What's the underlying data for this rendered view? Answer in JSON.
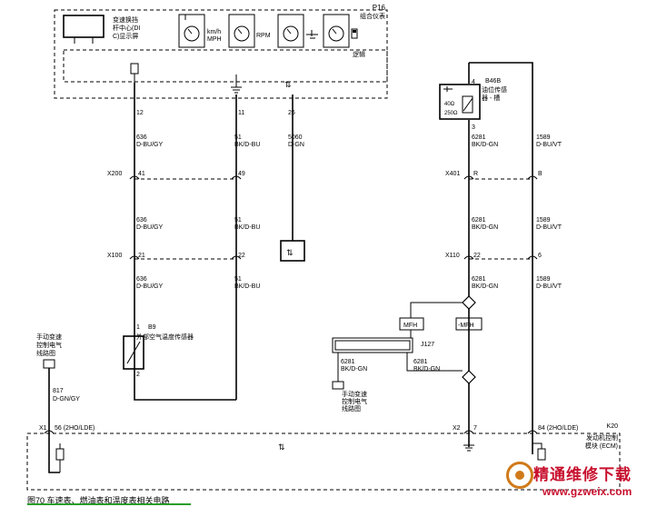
{
  "figure": {
    "caption": "图70  车速表、燃油表和温度表相关电路",
    "watermark_cn": "精通维修下载",
    "watermark_url": "www.gzweix.com"
  },
  "p16": {
    "id": "P16",
    "name": "组合仪表",
    "display_label_1": "变速换挡",
    "display_label_2": "杆中心(DI",
    "display_label_3": "C)显示屏",
    "speed_unit_1": "km/h",
    "speed_unit_2": "MPH",
    "rpm": "RPM",
    "logic": "逻辑"
  },
  "wires": {
    "w1_pin": "12",
    "w1_circuit": "636",
    "w1_color": "D-BU/GY",
    "w2_pin": "11",
    "w2_circuit": "51",
    "w2_color": "BK/D-BU",
    "w3_pin": "26",
    "w3_circuit": "5060",
    "w3_color": "D-GN",
    "w4_circuit": "6281",
    "w4_color": "BK/D-GN",
    "w5_circuit": "1589",
    "w5_color": "D-BU/VT"
  },
  "x200": {
    "id": "X200",
    "pin1": "41",
    "pin2": "49"
  },
  "x100": {
    "id": "X100",
    "pin1": "21",
    "pin2": "22"
  },
  "x401": {
    "id": "X401",
    "pin1": "R",
    "pin2": "B"
  },
  "x110": {
    "id": "X110",
    "pin1": "22",
    "pin2": "6"
  },
  "b9": {
    "id": "B9",
    "name": "外部空气温度传感器",
    "pin1": "1",
    "pin2": "2"
  },
  "b46b": {
    "id": "B46B",
    "name1": "油位传感",
    "name2": "器 - 槽",
    "pin4": "4",
    "pin3": "3",
    "val1": "40Ω",
    "val2": "250Ω"
  },
  "j127": {
    "id": "J127",
    "mfh": "MFH",
    "neg_mfh": "-MFH",
    "circuit": "6281",
    "color": "BK/D-GN"
  },
  "manual_ref_left": {
    "line1": "手动变速",
    "line2": "控制电气",
    "line3": "线路图"
  },
  "manual_ref_mid": {
    "line1": "手动变速",
    "line2": "控制电气",
    "line3": "线路图"
  },
  "w817": {
    "circuit": "817",
    "color": "D-GN/GY"
  },
  "x1": {
    "id": "X1",
    "pin_text": "56 (2HO/LDE)"
  },
  "x2": {
    "id": "X2",
    "pin1": "7",
    "pin2_text": "84 (2HO/LDE)"
  },
  "k20": {
    "id": "K20",
    "name1": "发动机控制",
    "name2": "模块 (ECM)"
  }
}
